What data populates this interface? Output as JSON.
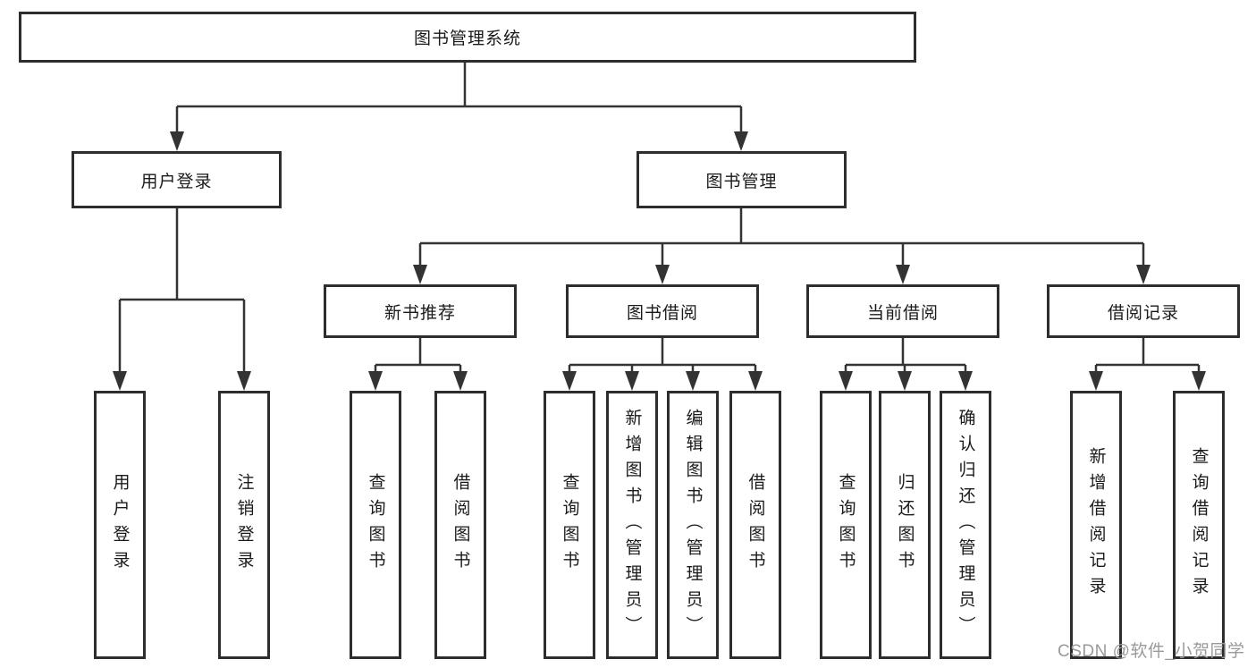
{
  "diagram": {
    "root": {
      "label": "图书管理系统"
    },
    "level2": [
      {
        "label": "用户登录"
      },
      {
        "label": "图书管理"
      }
    ],
    "level3": [
      {
        "label": "新书推荐"
      },
      {
        "label": "图书借阅"
      },
      {
        "label": "当前借阅"
      },
      {
        "label": "借阅记录"
      }
    ],
    "leaves": {
      "user_login": [
        {
          "label": "用户登录"
        },
        {
          "label": "注销登录"
        }
      ],
      "new_book": [
        {
          "label": "查询图书"
        },
        {
          "label": "借阅图书"
        }
      ],
      "book_borrow": [
        {
          "label": "查询图书"
        },
        {
          "label": "新增图书（管理员）"
        },
        {
          "label": "编辑图书（管理员）"
        },
        {
          "label": "借阅图书"
        }
      ],
      "current_borrow": [
        {
          "label": "查询图书"
        },
        {
          "label": "归还图书"
        },
        {
          "label": "确认归还（管理员）"
        }
      ],
      "borrow_record": [
        {
          "label": "新增借阅记录"
        },
        {
          "label": "查询借阅记录"
        }
      ]
    }
  },
  "watermark": {
    "text": "CSDN @软件_小贺同学"
  },
  "colors": {
    "line": "#333333",
    "box_border": "#2d2d2d",
    "text": "#1a1a1a",
    "watermark": "#9a9a9a",
    "background": "#ffffff"
  }
}
